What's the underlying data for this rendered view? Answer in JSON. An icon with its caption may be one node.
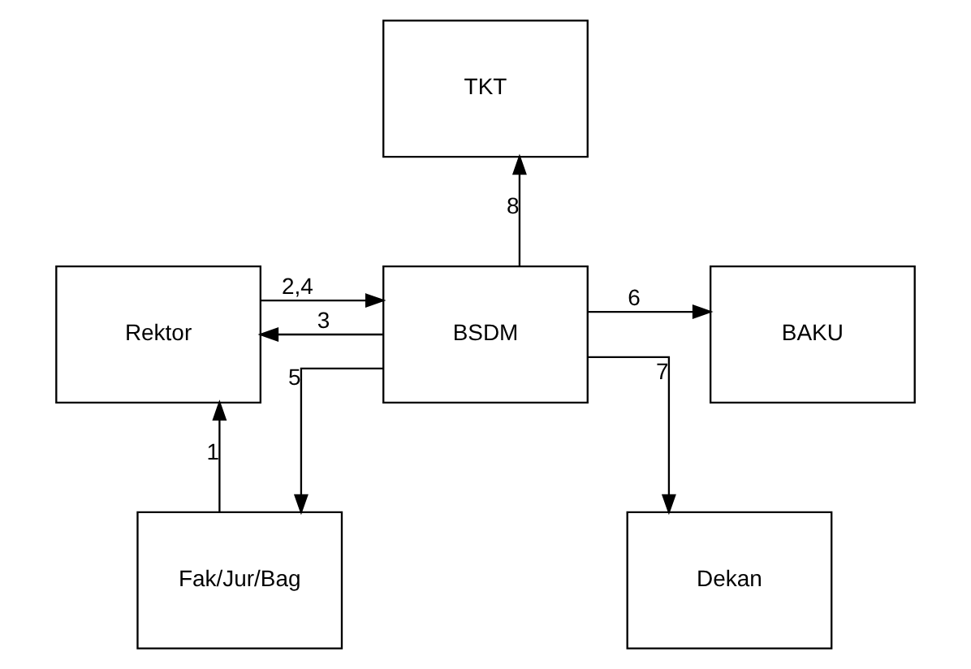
{
  "diagram": {
    "nodes": [
      {
        "text": [
          "TKT"
        ]
      },
      {
        "text": [
          "Rektor"
        ]
      },
      {
        "text": [
          "BSDM"
        ]
      },
      {
        "text": [
          "BAKU"
        ]
      },
      {
        "text": [
          "Fak/Jur/Bag"
        ]
      },
      {
        "text": [
          "Dekan"
        ]
      }
    ],
    "edges": [
      {
        "from": 2,
        "to": 0,
        "arrow": "to",
        "label": "8"
      },
      {
        "from": 2,
        "to": 1,
        "arrow": "to",
        "label": "3"
      },
      {
        "from": 1,
        "to": 2,
        "arrow": "to",
        "label": "2,4"
      },
      {
        "from": 2,
        "to": 3,
        "arrow": "to",
        "label": "6"
      },
      {
        "from": 4,
        "to": 1,
        "arrow": "to",
        "label": "1"
      },
      {
        "from": 2,
        "to": 4,
        "arrow": "to",
        "label": "5"
      },
      {
        "from": 2,
        "to": 5,
        "arrow": "to",
        "label": "7"
      }
    ]
  }
}
